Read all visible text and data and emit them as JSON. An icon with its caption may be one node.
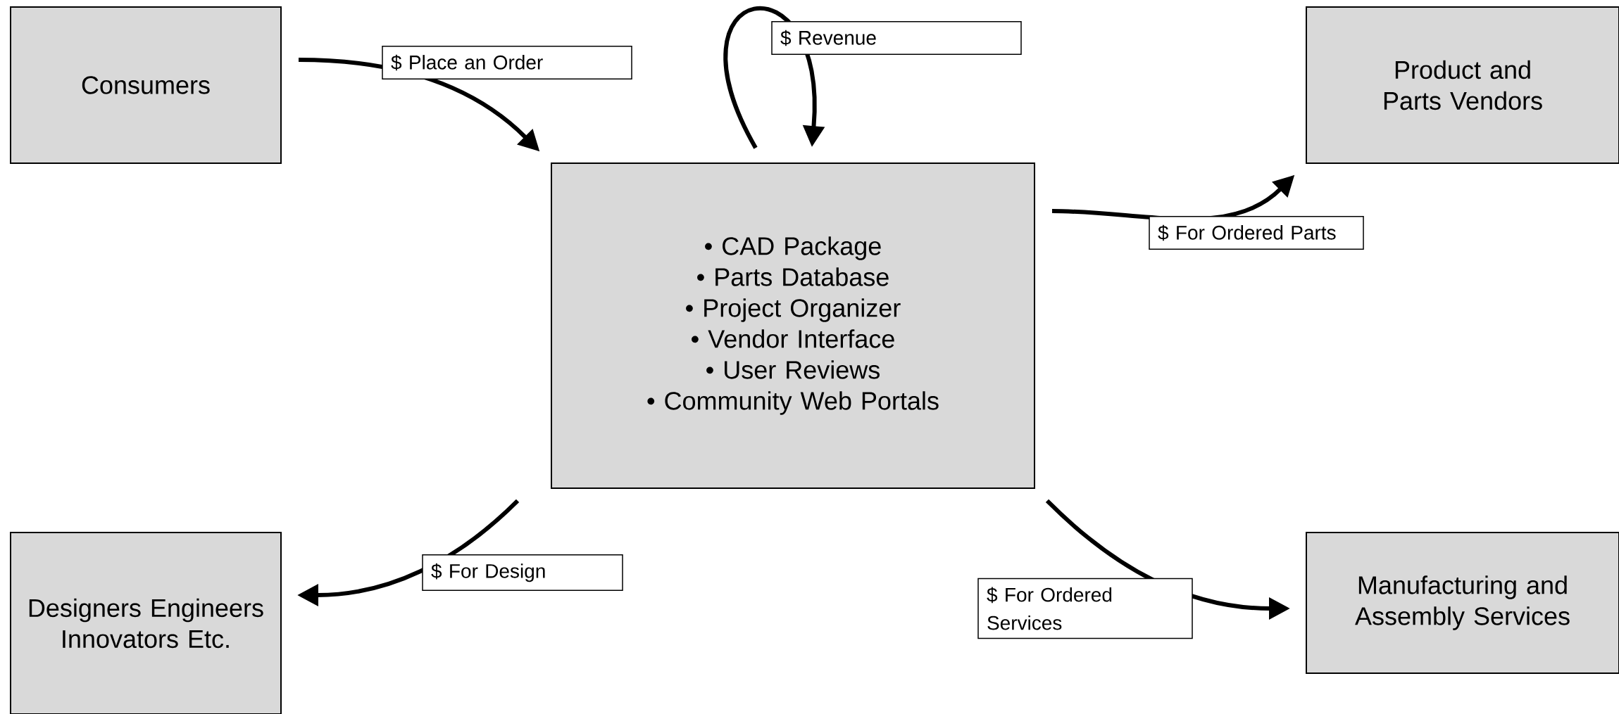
{
  "diagram": {
    "nodes": [
      {
        "text": [
          "Consumers"
        ]
      },
      {
        "text": [
          "• CAD Package",
          "• Parts Database",
          "• Project Organizer",
          "• Vendor Interface",
          "• User Reviews",
          "• Community Web Portals"
        ]
      },
      {
        "text": [
          "Product and Parts Vendors"
        ]
      },
      {
        "text": [
          "Designers Engineers Innovators Etc."
        ]
      },
      {
        "text": [
          "Manufacturing and Assembly Services"
        ]
      }
    ],
    "edges": [
      {
        "from": 0,
        "to": 1,
        "arrow": "to",
        "label": "$ Place an Order"
      },
      {
        "from": 1,
        "to": 1,
        "arrow": "to",
        "label": "$ Revenue"
      },
      {
        "from": 1,
        "to": 2,
        "arrow": "to",
        "label": "$ For Ordered Parts"
      },
      {
        "from": 1,
        "to": 3,
        "arrow": "to",
        "label": "$ For Design"
      },
      {
        "from": 1,
        "to": 4,
        "arrow": "to",
        "label": "$ For Ordered Services"
      }
    ]
  }
}
